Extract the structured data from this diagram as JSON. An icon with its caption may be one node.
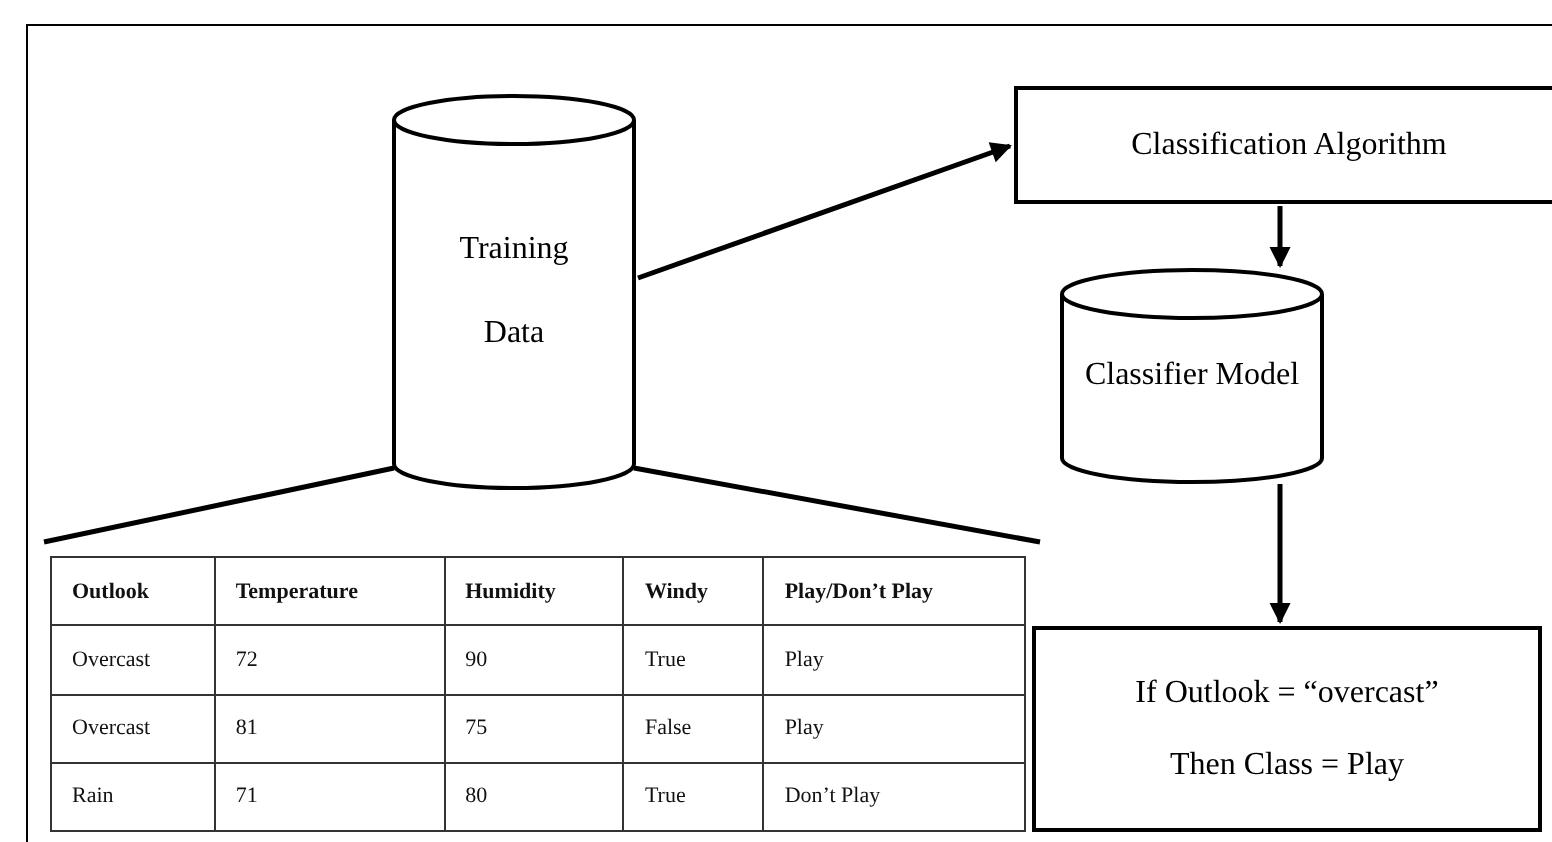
{
  "diagram": {
    "nodes": [
      {
        "text": [
          "Training Data"
        ]
      },
      {
        "text": [
          "Classification Algorithm"
        ]
      },
      {
        "text": [
          "Classifier Model"
        ]
      },
      {
        "text": [
          "If Outlook = “overcast”",
          "Then Class = Play"
        ]
      },
      {
        "text": [],
        "shape": "table"
      }
    ],
    "edges": [
      {
        "from": 0,
        "to": 1,
        "arrow": "to"
      },
      {
        "from": 1,
        "to": 2,
        "arrow": "to"
      },
      {
        "from": 2,
        "to": 3,
        "arrow": "to"
      },
      {
        "from": 0,
        "to": 4,
        "arrow": "none"
      },
      {
        "from": 0,
        "to": 4,
        "arrow": "none"
      }
    ],
    "labels": [
      "Outlook",
      "Temperature",
      "Humidity",
      "Windy",
      "Play/Don’t Play",
      "Overcast",
      "72",
      "90",
      "True",
      "Play",
      "Overcast",
      "81",
      "75",
      "False",
      "Play",
      "Rain",
      "71",
      "80",
      "True",
      "Don’t Play"
    ]
  }
}
